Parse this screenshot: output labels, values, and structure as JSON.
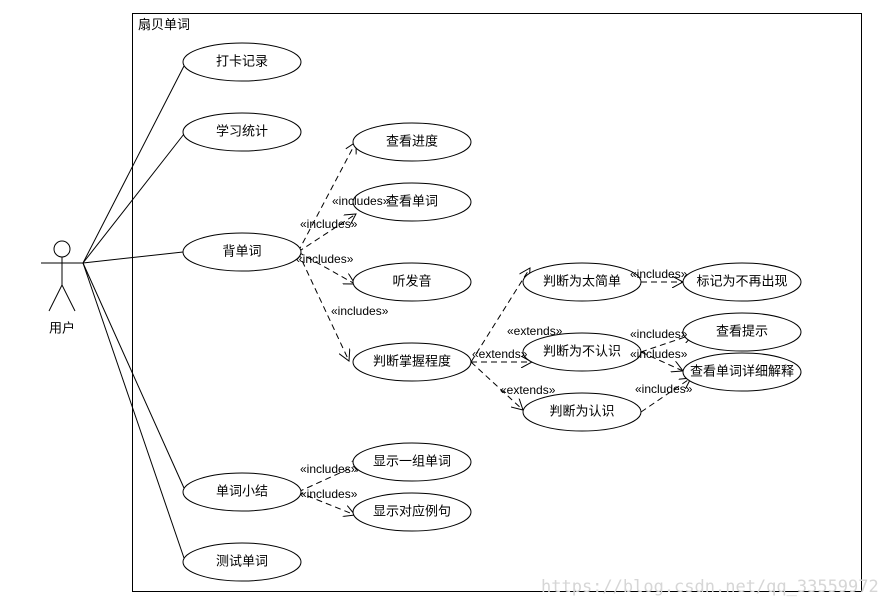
{
  "system": {
    "title": "扇贝单词"
  },
  "actor": {
    "label": "用户"
  },
  "use_cases": {
    "checkin": "打卡记录",
    "stats": "学习统计",
    "memorize": "背单词",
    "summary": "单词小结",
    "test": "测试单词",
    "progress": "查看进度",
    "view_word": "查看单词",
    "listen": "听发音",
    "mastery": "判断掌握程度",
    "too_easy": "判断为太简单",
    "unknown": "判断为不认识",
    "known": "判断为认识",
    "never_show": "标记为不再出现",
    "hint": "查看提示",
    "detail": "查看单词详细解释",
    "show_group": "显示一组单词",
    "show_example": "显示对应例句"
  },
  "stereotypes": {
    "includes": "«includes»",
    "extends": "«extends»"
  },
  "watermark": "https://blog.csdn.net/qq_33559972"
}
